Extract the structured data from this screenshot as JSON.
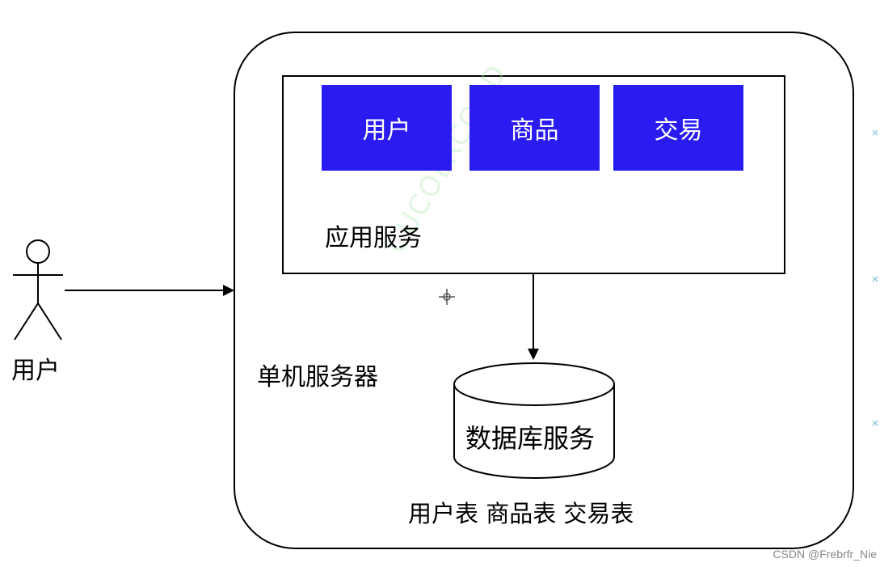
{
  "actor": {
    "label": "用户"
  },
  "server": {
    "label": "单机服务器"
  },
  "app_service": {
    "label": "应用服务",
    "modules": [
      {
        "label": "用户"
      },
      {
        "label": "商品"
      },
      {
        "label": "交易"
      }
    ]
  },
  "database": {
    "label": "数据库服务",
    "tables_label": "用户表 商品表 交易表"
  },
  "watermark": {
    "text": "CUCOLRCODD",
    "credit": "CSDN @Frebrfr_Nie"
  },
  "colors": {
    "module_fill": "#2a1cf0",
    "stroke": "#000000"
  }
}
